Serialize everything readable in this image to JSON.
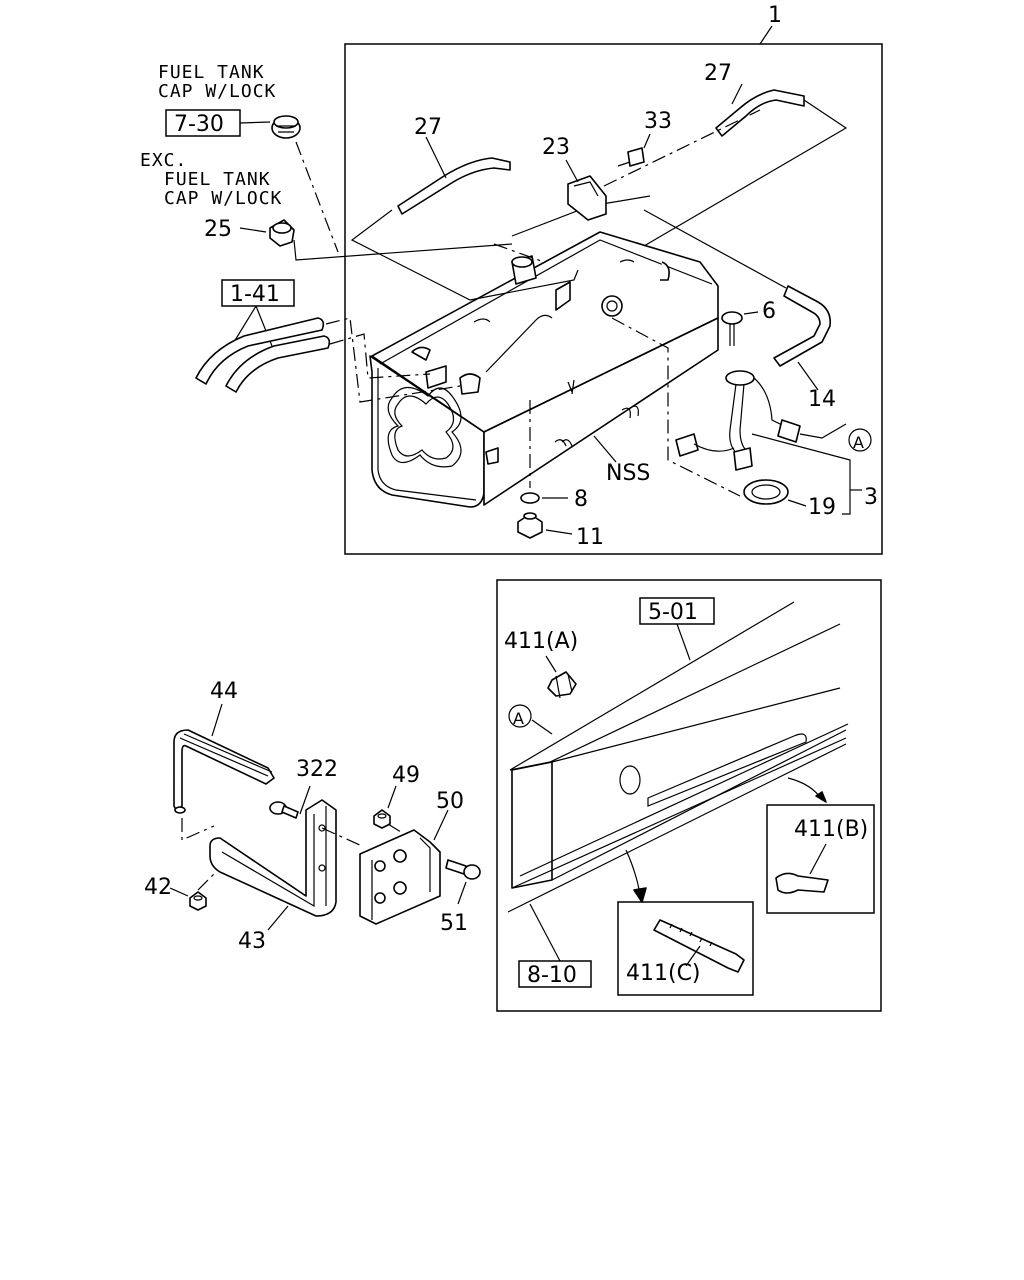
{
  "header": {
    "assembly_number": "1"
  },
  "notes": {
    "with_lock_line1": "FUEL TANK",
    "with_lock_line2": "CAP W/LOCK",
    "without_lock_line1": "EXC.",
    "without_lock_line2": "FUEL TANK",
    "without_lock_line3": "CAP W/LOCK"
  },
  "references": {
    "cap_ref": "7-30",
    "pipe_ref": "1-41",
    "frame_ref": "5-01",
    "harness_ref": "8-10"
  },
  "callouts": {
    "p27a": "27",
    "p27b": "27",
    "p23": "23",
    "p33": "33",
    "p25": "25",
    "p6": "6",
    "p14": "14",
    "p3": "3",
    "p19": "19",
    "p8": "8",
    "p11": "11",
    "nss": "NSS",
    "p44": "44",
    "p322": "322",
    "p49": "49",
    "p50": "50",
    "p42": "42",
    "p43": "43",
    "p51": "51",
    "p411a": "411(A)",
    "p411b": "411(B)",
    "p411c": "411(C)",
    "circle_a_top": "A",
    "circle_a_bottom": "A"
  }
}
